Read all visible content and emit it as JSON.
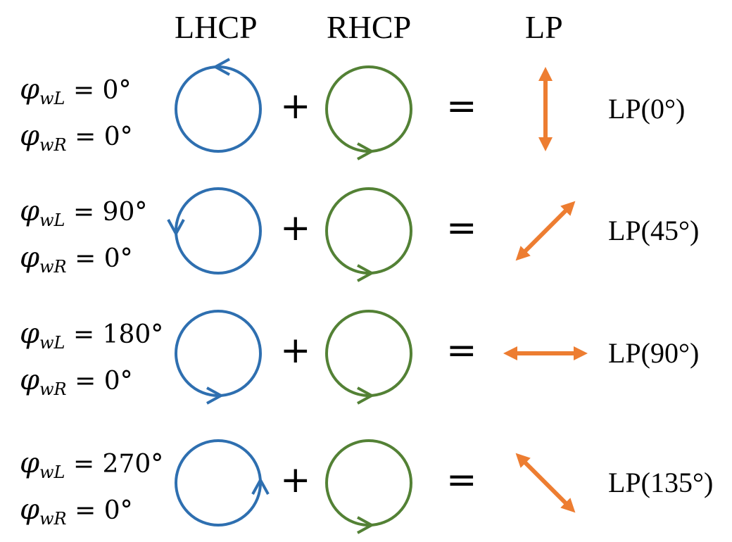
{
  "headers": {
    "lhcp": "LHCP",
    "rhcp": "RHCP",
    "lp": "LP"
  },
  "colors": {
    "lhcp": "#2e6fb0",
    "rhcp": "#538135",
    "lp": "#ed7d31"
  },
  "symbols": {
    "plus": "+",
    "equals": "="
  },
  "rows": [
    {
      "phi_wl": "φ",
      "sub_wl": "wL",
      "value_wl": " = 0°",
      "phi_wr": "φ",
      "sub_wr": "wR",
      "value_wr": " = 0°",
      "lhcp_arrow_angle_deg": 270,
      "lp_angle_deg": 0,
      "result": "LP(0°)"
    },
    {
      "phi_wl": "φ",
      "sub_wl": "wL",
      "value_wl": " = 90°",
      "phi_wr": "φ",
      "sub_wr": "wR",
      "value_wr": " = 0°",
      "lhcp_arrow_angle_deg": 180,
      "lp_angle_deg": 45,
      "result": "LP(45°)"
    },
    {
      "phi_wl": "φ",
      "sub_wl": "wL",
      "value_wl": " = 180°",
      "phi_wr": "φ",
      "sub_wr": "wR",
      "value_wr": " = 0°",
      "lhcp_arrow_angle_deg": 90,
      "lp_angle_deg": 90,
      "result": "LP(90°)"
    },
    {
      "phi_wl": "φ",
      "sub_wl": "wL",
      "value_wl": " = 270°",
      "phi_wr": "φ",
      "sub_wr": "wR",
      "value_wr": " = 0°",
      "lhcp_arrow_angle_deg": 0,
      "lp_angle_deg": 135,
      "result": "LP(135°)"
    }
  ]
}
